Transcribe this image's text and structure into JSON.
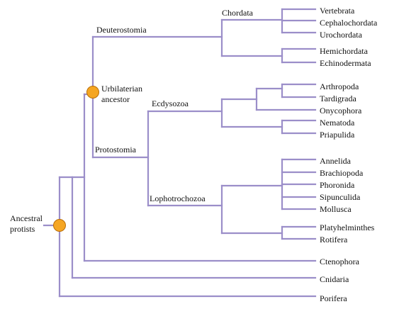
{
  "colors": {
    "branch": "#9b8ec9",
    "node_fill": "#f5a623",
    "node_stroke": "#b86e0a",
    "label": "#111111"
  },
  "labels": {
    "ancestral_protists": [
      "Ancestral",
      "protists"
    ],
    "urbilaterian_ancestor": [
      "Urbilaterian",
      "ancestor"
    ],
    "deuterostomia": "Deuterostomia",
    "protostomia": "Protostomia",
    "chordata": "Chordata",
    "ecdysozoa": "Ecdysozoa",
    "lophotrochozoa": "Lophotrochozoa"
  },
  "taxa": [
    "Vertebrata",
    "Cephalochordata",
    "Urochordata",
    "Hemichordata",
    "Echinodermata",
    "Arthropoda",
    "Tardigrada",
    "Onycophora",
    "Nematoda",
    "Priapulida",
    "Annelida",
    "Brachiopoda",
    "Phoronida",
    "Sipunculida",
    "Mollusca",
    "Platyhelminthes",
    "Rotifera",
    "Ctenophora",
    "Cnidaria",
    "Porifera"
  ]
}
